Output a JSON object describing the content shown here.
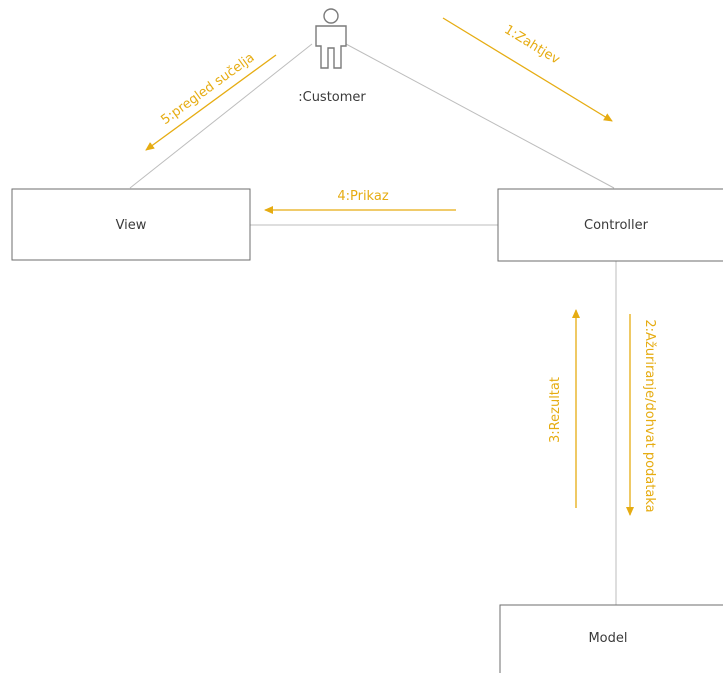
{
  "colors": {
    "message": "#e6ac12",
    "node_border": "#6e6e6e",
    "link": "#bdbdbd",
    "text": "#3a3a3a"
  },
  "actor": {
    "label": ":Customer",
    "icon": "actor-stick-figure-icon"
  },
  "nodes": {
    "view": "View",
    "controller": "Controller",
    "model": "Model"
  },
  "messages": {
    "m1": "1:Zahtjev",
    "m2": "2:Ažuriranje/dohvat podataka",
    "m3": "3:Rezultat",
    "m4": "4:Prikaz",
    "m5": "5:pregled sučelja"
  }
}
